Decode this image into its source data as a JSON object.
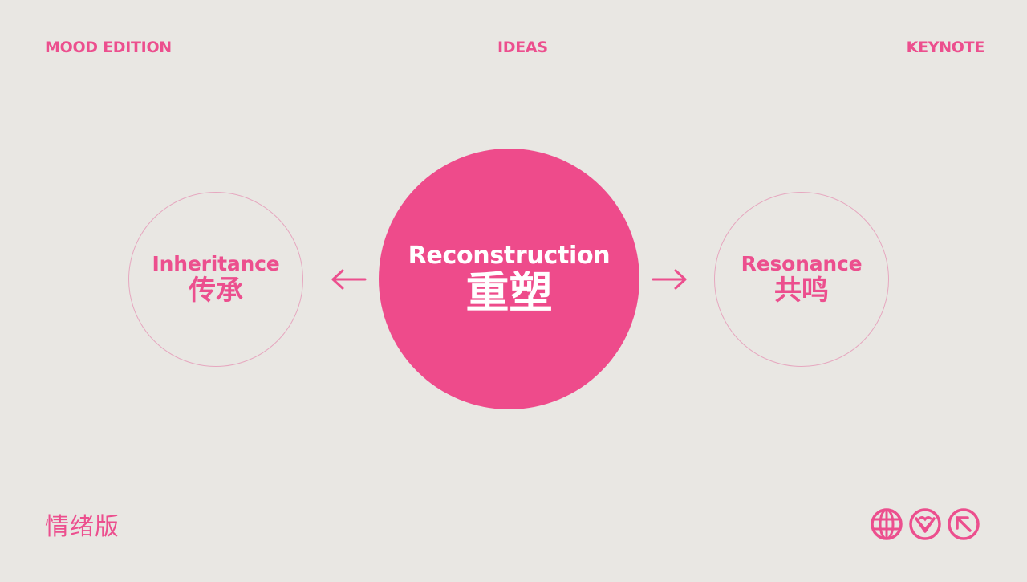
{
  "header": {
    "left": "MOOD EDITION",
    "center": "IDEAS",
    "right": "KEYNOTE"
  },
  "left_circle": {
    "title_en": "Inheritance",
    "title_zh": "传承"
  },
  "center_circle": {
    "title_en": "Reconstruction",
    "title_zh": "重塑"
  },
  "right_circle": {
    "title_en": "Resonance",
    "title_zh": "共鸣"
  },
  "footer": {
    "label": "情绪版",
    "icons": [
      "globe-icon",
      "heart-chevron-icon",
      "arrow-up-left-icon"
    ]
  },
  "colors": {
    "accent": "#ec4f8e",
    "center_fill": "#ee4b8b",
    "background": "#e9e7e3",
    "outline": "#e6a7bf"
  }
}
